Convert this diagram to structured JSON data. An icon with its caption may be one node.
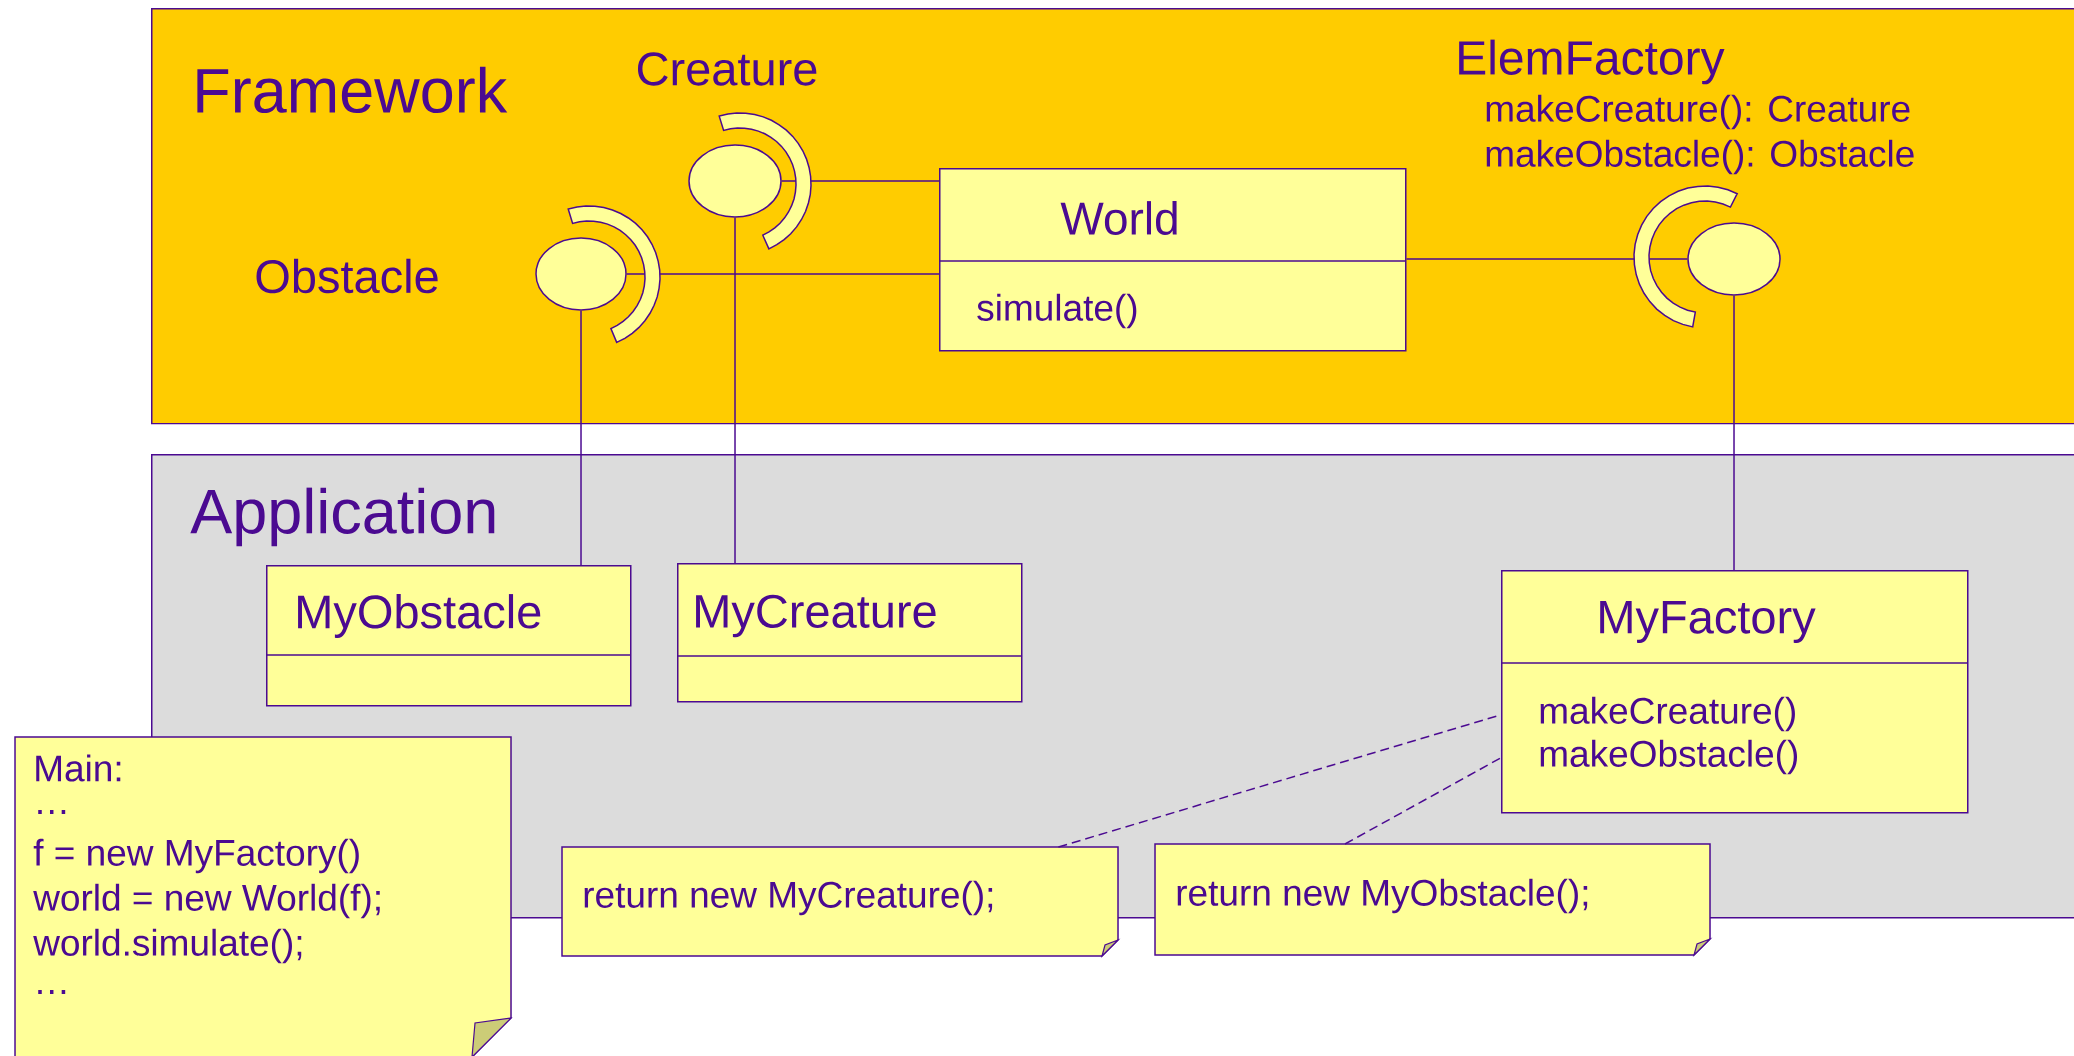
{
  "diagram": {
    "nodes": [
      {
        "text": [
          "Framework"
        ]
      },
      {
        "text": [
          "Creature"
        ],
        "in": 0
      },
      {
        "text": [
          "ElemFactory",
          "makeCreature(): Creature",
          "makeObstacle(): Obstacle"
        ],
        "in": 0
      },
      {
        "text": [
          "World",
          "simulate()"
        ],
        "in": 0
      },
      {
        "text": [
          "Obstacle"
        ],
        "in": 0
      },
      {
        "text": [
          "Application"
        ]
      },
      {
        "text": [
          "MyObstacle"
        ],
        "in": 5
      },
      {
        "text": [
          "MyCreature"
        ],
        "in": 5
      },
      {
        "text": [
          "MyFactory",
          "makeCreature()",
          "makeObstacle()"
        ],
        "in": 5
      },
      {
        "text": [
          "Main:",
          "…",
          "f = new MyFactory()",
          "world = new World(f);",
          "world.simulate();",
          "…"
        ]
      },
      {
        "text": [
          "return new MyCreature();"
        ]
      },
      {
        "text": [
          "return new MyObstacle();"
        ]
      }
    ],
    "edges": [
      {
        "from": 3,
        "to": 1,
        "arrow": "none"
      },
      {
        "from": 3,
        "to": 4,
        "arrow": "none"
      },
      {
        "from": 3,
        "to": 2,
        "arrow": "none"
      },
      {
        "from": 6,
        "to": 4,
        "arrow": "none"
      },
      {
        "from": 7,
        "to": 1,
        "arrow": "none"
      },
      {
        "from": 8,
        "to": 2,
        "arrow": "none"
      },
      {
        "from": 10,
        "to": 8,
        "arrow": "none",
        "style": "dashed"
      },
      {
        "from": 11,
        "to": 8,
        "arrow": "none",
        "style": "dashed"
      }
    ]
  }
}
